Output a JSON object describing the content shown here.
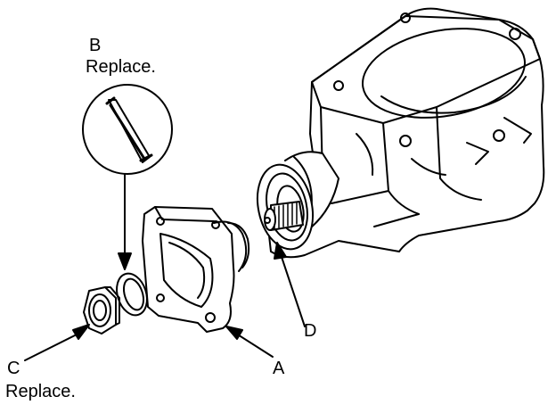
{
  "callouts": {
    "a": {
      "letter": "A"
    },
    "b": {
      "letter": "B",
      "note": "Replace."
    },
    "c": {
      "letter": "C",
      "note": "Replace."
    },
    "d": {
      "letter": "D"
    }
  }
}
